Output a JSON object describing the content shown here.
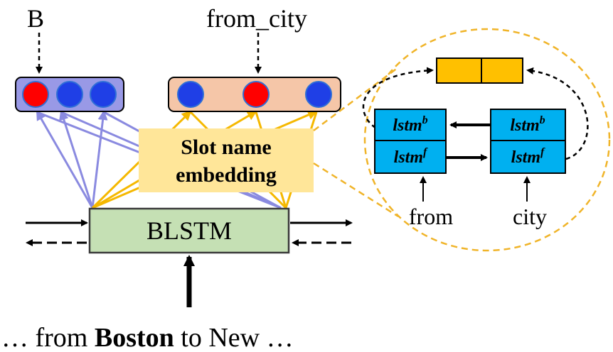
{
  "labels": {
    "tag_b": "B",
    "tag_from_city": "from_city",
    "slot_line1": "Slot name",
    "slot_line2": "embedding",
    "blstm": "BLSTM",
    "input_sentence_prefix": "… from ",
    "input_sentence_bold": "Boston",
    "input_sentence_suffix": " to New …",
    "lstm_b": "lstm",
    "lstm_b_sup": "b",
    "lstm_f": "lstm",
    "lstm_f_sup": "f",
    "word_from": "from",
    "word_city": "city"
  },
  "colors": {
    "black": "#000000",
    "purple_box": "#9999e6",
    "peach_box": "#f5c6a8",
    "red_circle": "#ff0000",
    "blue_circle": "#1f3fe6",
    "blue_stroke": "#2f6fd6",
    "slot_bg": "#ffe699",
    "blstm_bg": "#c5e0b4",
    "blstm_border": "#3a3a3a",
    "lstm_bg": "#00b0f0",
    "orange_rect": "#ffc000",
    "dashed_circle": "#f0b429",
    "purple_line": "#8a8ae0",
    "yellow_line": "#f5b800"
  },
  "icons": {
    "circles_b": [
      "red-circle",
      "blue-circle",
      "blue-circle"
    ],
    "circles_city": [
      "blue-circle",
      "red-circle",
      "blue-circle"
    ]
  }
}
